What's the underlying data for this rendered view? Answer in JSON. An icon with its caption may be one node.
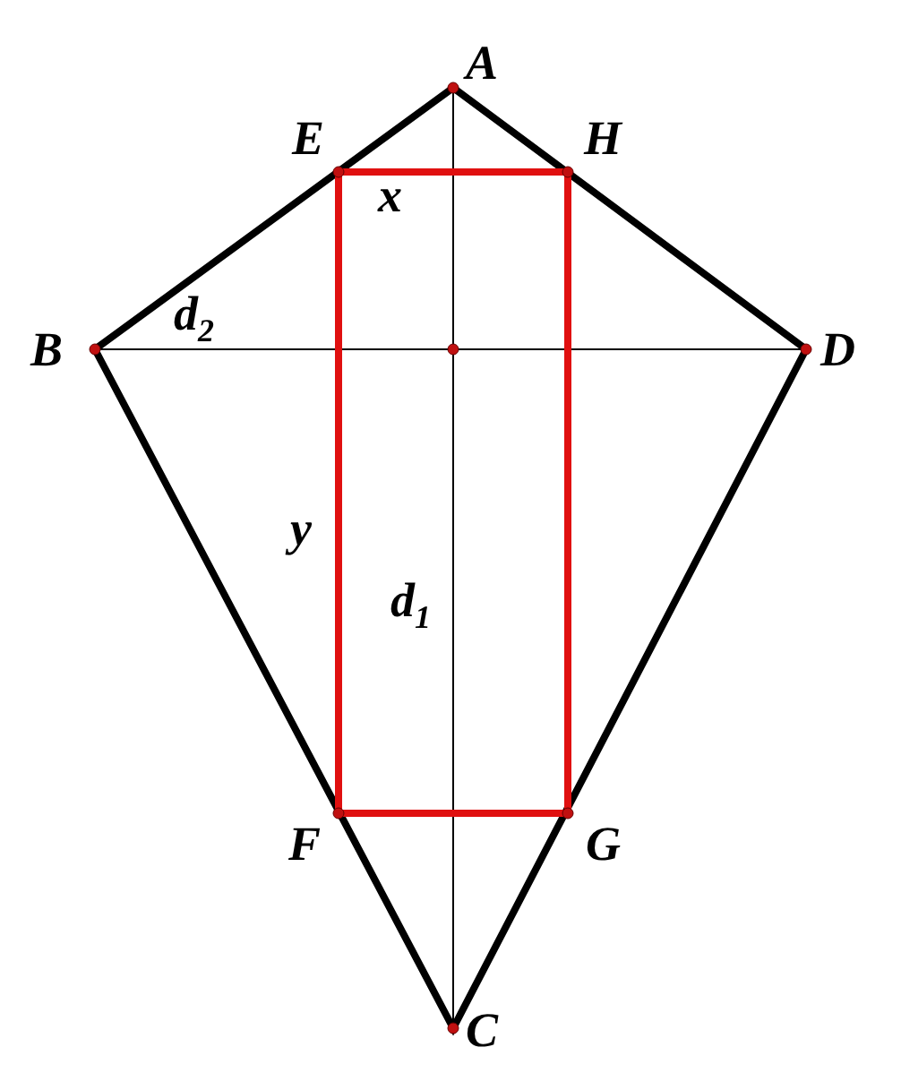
{
  "diagram": {
    "labels": [
      "A",
      "E",
      "H",
      "x",
      "B",
      "d$_{2}$",
      "D",
      "y",
      "d$_{1}$",
      "F",
      "G",
      "C"
    ]
  }
}
